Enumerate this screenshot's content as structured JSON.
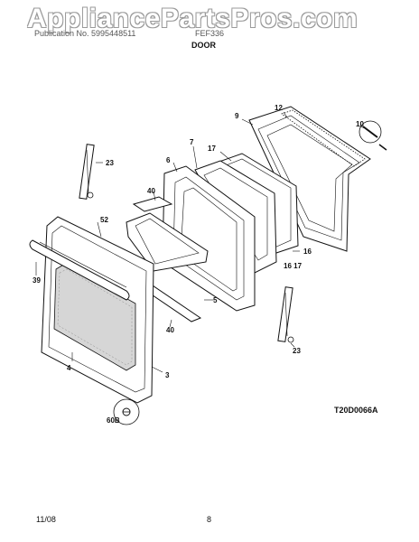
{
  "watermark": "AppliancePartsPros.com",
  "header": {
    "publication_label": "Publication No. 5995448511",
    "model_label": "FEF336",
    "section_title": "DOOR"
  },
  "diagram_ref": "T20D0066A",
  "footer": {
    "date": "11/08",
    "page": "8"
  },
  "callouts": {
    "c12": "12",
    "c9": "9",
    "c10": "10",
    "c7": "7",
    "c17a": "17",
    "c6": "6",
    "c23a": "23",
    "c40a": "40",
    "c52": "52",
    "c16a": "16",
    "c1617": "16 17",
    "c39": "39",
    "c5": "5",
    "c40b": "40",
    "c4": "4",
    "c3": "3",
    "c23b": "23",
    "c60b": "60B"
  }
}
